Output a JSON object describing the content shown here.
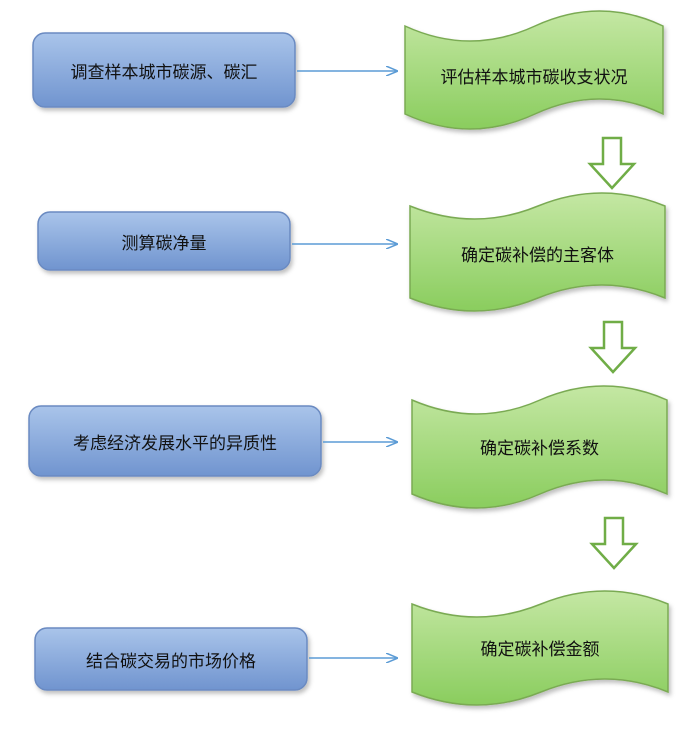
{
  "inputs": [
    {
      "label": "调查样本城市碳源、碳汇"
    },
    {
      "label": "测算碳净量"
    },
    {
      "label": "考虑经济发展水平的异质性"
    },
    {
      "label": "结合碳交易的市场价格"
    }
  ],
  "steps": [
    {
      "label": "评估样本城市碳收支状况"
    },
    {
      "label": "确定碳补偿的主客体"
    },
    {
      "label": "确定碳补偿系数"
    },
    {
      "label": "确定碳补偿金额"
    }
  ],
  "colors": {
    "input_fill_top": "#a9c4ea",
    "input_fill_bottom": "#7094cf",
    "input_stroke": "#6a8ac1",
    "step_fill_top": "#c4e7a3",
    "step_fill_bottom": "#8acd5e",
    "step_stroke": "#7aaa53",
    "connector": "#5b9bd5",
    "down_arrow_stroke": "#70ad47"
  }
}
